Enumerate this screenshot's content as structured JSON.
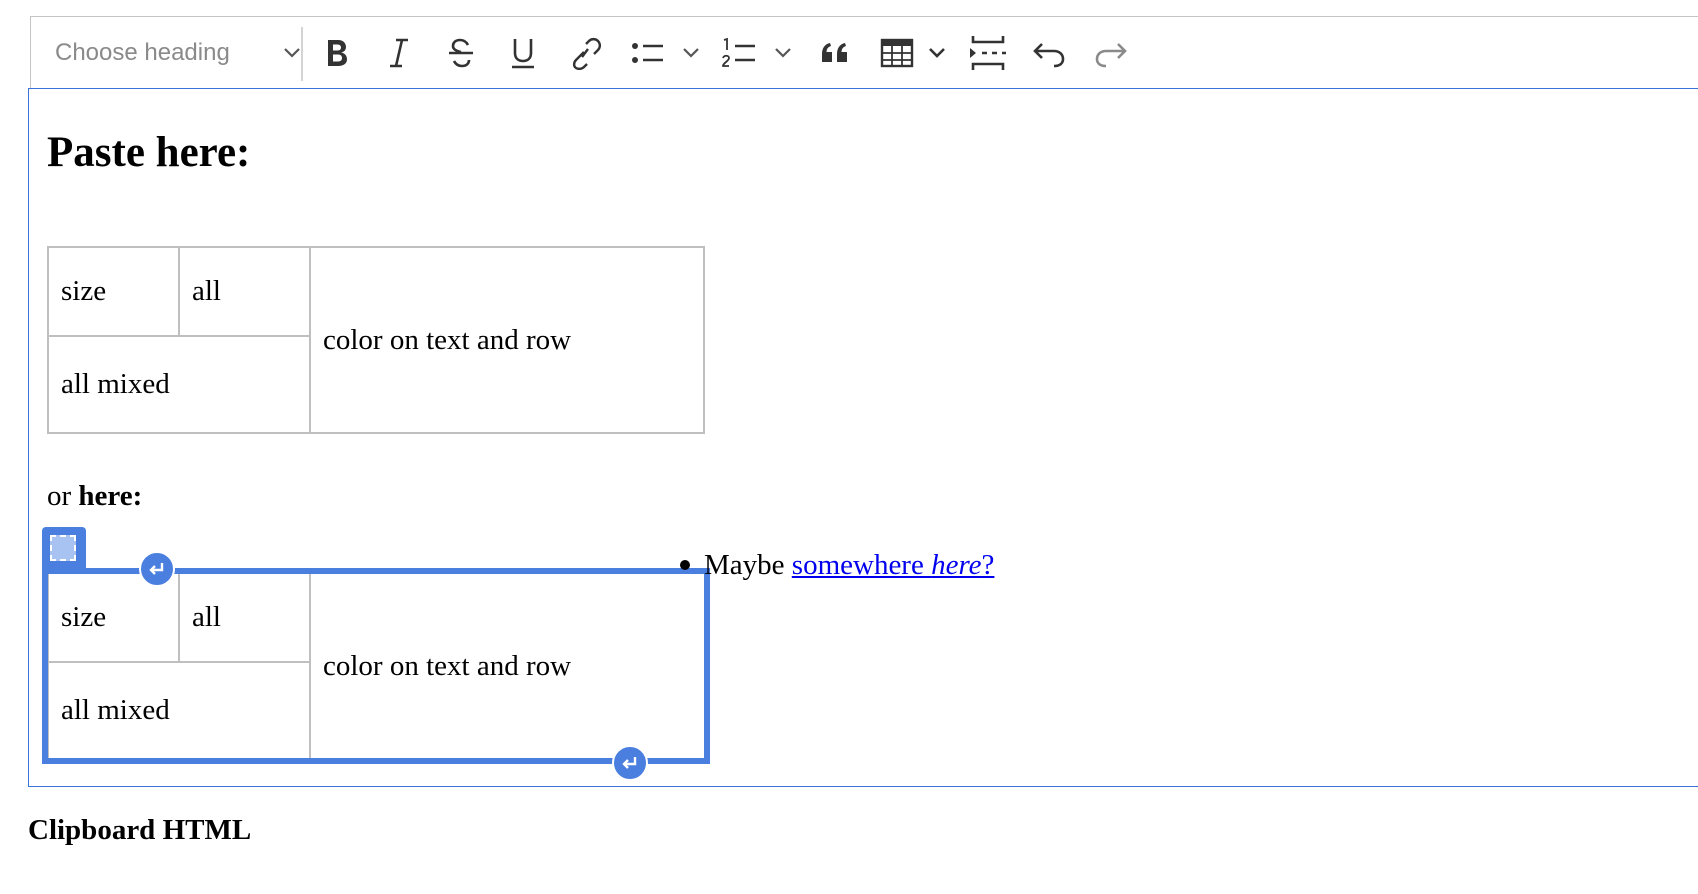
{
  "toolbar": {
    "heading_placeholder": "Choose heading",
    "buttons": [
      {
        "name": "bold-icon"
      },
      {
        "name": "italic-icon"
      },
      {
        "name": "strikethrough-icon"
      },
      {
        "name": "underline-icon"
      },
      {
        "name": "link-icon"
      },
      {
        "name": "bulleted-list-icon"
      },
      {
        "name": "numbered-list-icon"
      },
      {
        "name": "block-quote-icon"
      },
      {
        "name": "table-icon"
      },
      {
        "name": "page-break-icon"
      },
      {
        "name": "undo-icon"
      },
      {
        "name": "redo-icon"
      }
    ]
  },
  "editor": {
    "heading": "Paste here:",
    "table1": {
      "cells": [
        "size",
        "all",
        "color on text and row",
        "all mixed"
      ]
    },
    "paragraph": {
      "prefix": "or ",
      "bold": "here:"
    },
    "table2": {
      "cells": [
        "size",
        "all",
        "color on text and row",
        "all mixed"
      ]
    },
    "list_item": {
      "text": "Maybe ",
      "link_text": "somewhere ",
      "link_italic": "here",
      "link_suffix": "?"
    }
  },
  "below_heading": "Clipboard HTML",
  "colors": {
    "accent": "#3b74d8",
    "selection": "#4a7fe0",
    "link": "#0000ee",
    "border": "#bfbfbf"
  }
}
